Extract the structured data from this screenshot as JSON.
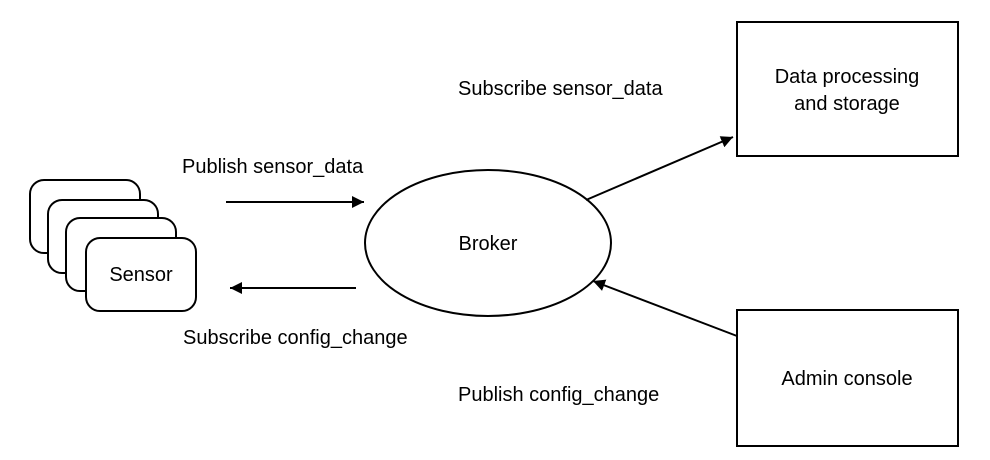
{
  "nodes": {
    "sensor": {
      "label": "Sensor"
    },
    "broker": {
      "label": "Broker"
    },
    "data_processing": {
      "label_line1": "Data processing",
      "label_line2": "and storage"
    },
    "admin_console": {
      "label": "Admin console"
    }
  },
  "edges": {
    "sensor_to_broker": {
      "label": "Publish sensor_data"
    },
    "broker_to_sensor": {
      "label": "Subscribe config_change"
    },
    "broker_to_data_processing": {
      "label": "Subscribe sensor_data"
    },
    "admin_to_broker": {
      "label": "Publish config_change"
    }
  },
  "colors": {
    "stroke": "#000000",
    "fill": "#ffffff"
  }
}
